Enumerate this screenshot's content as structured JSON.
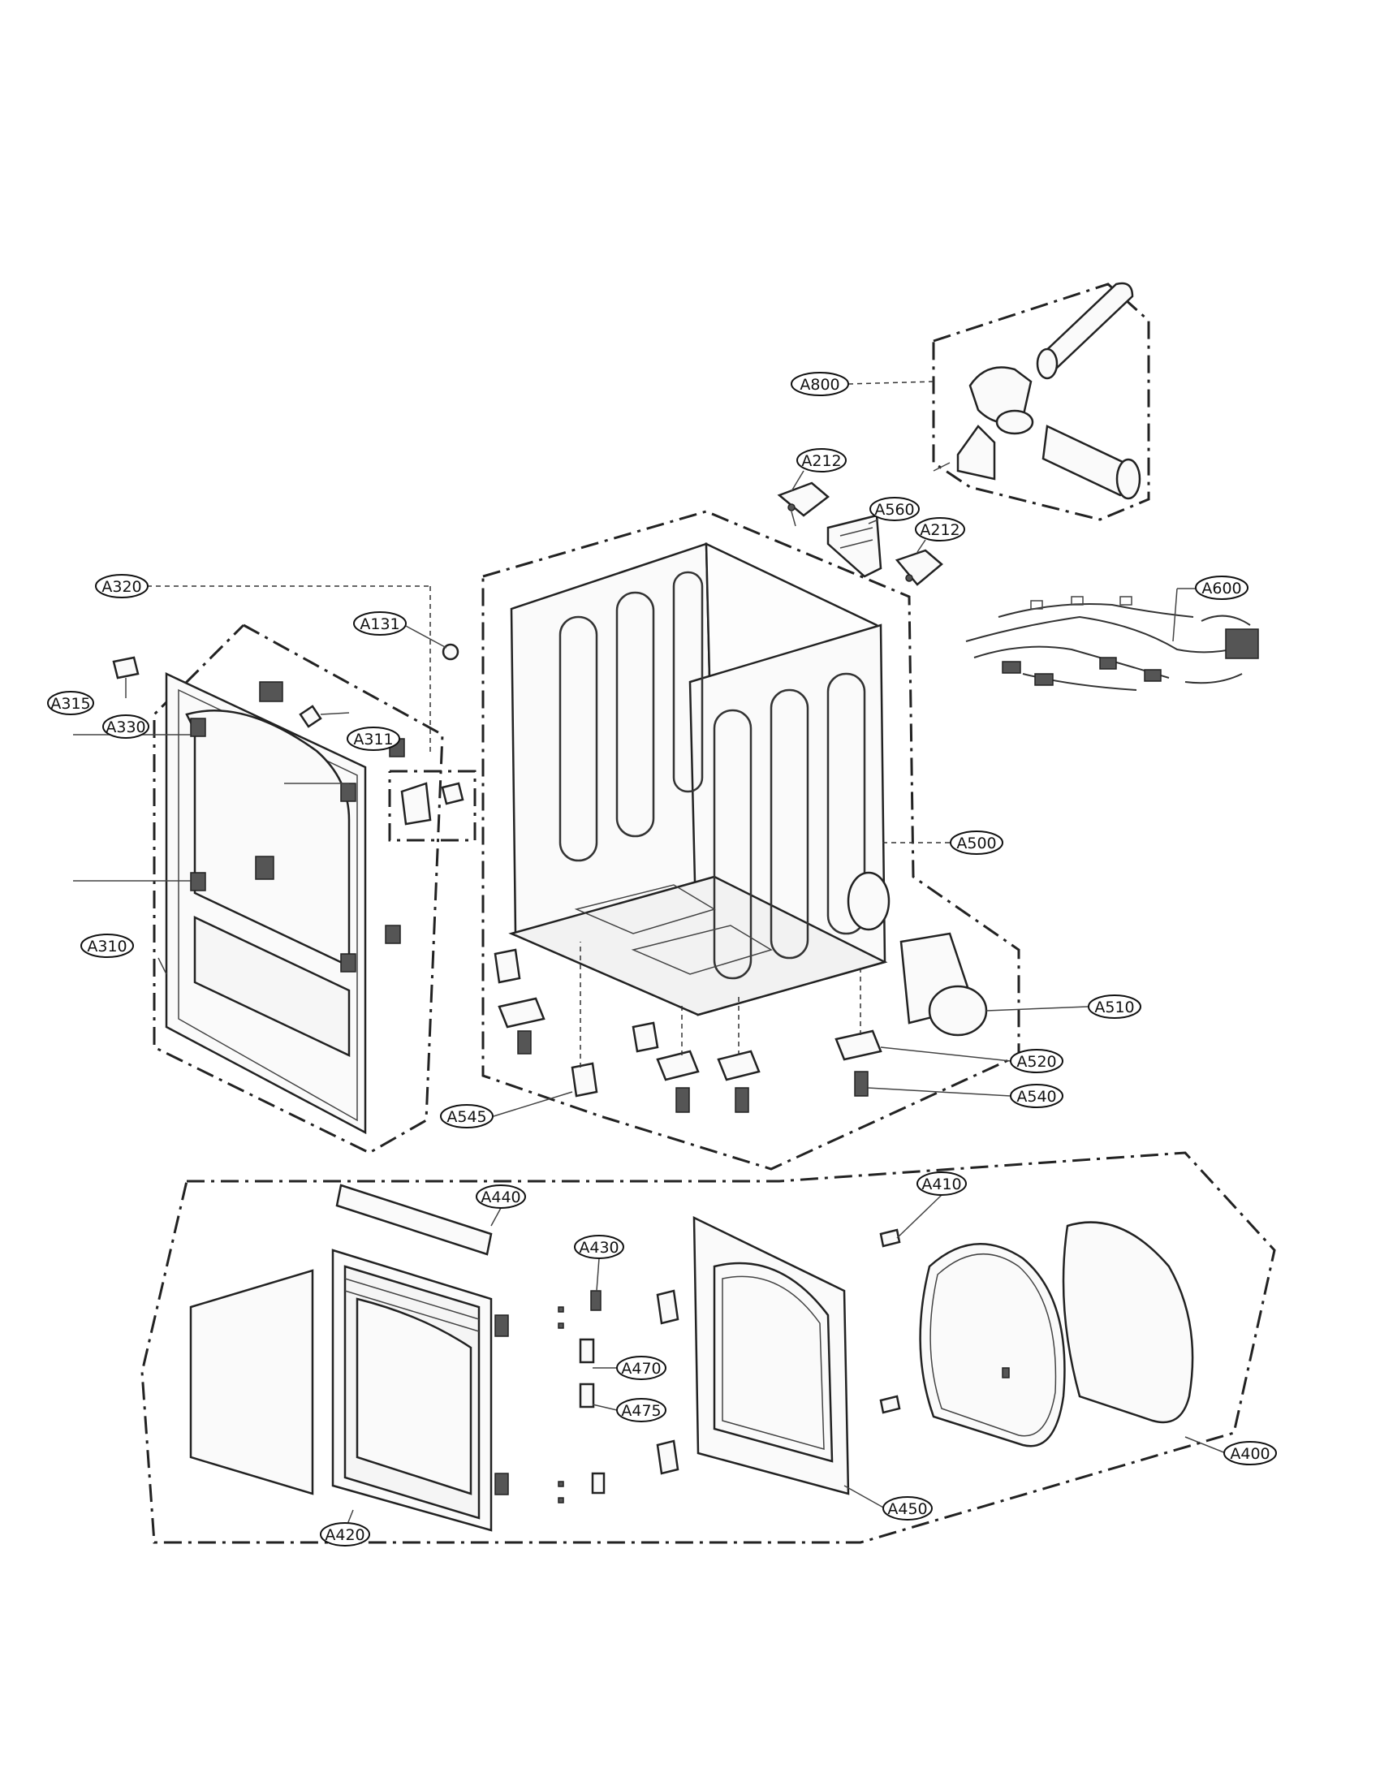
{
  "callouts": {
    "a800": "A800",
    "a212_top": "A212",
    "a560": "A560",
    "a212_side": "A212",
    "a600": "A600",
    "a320": "A320",
    "a131": "A131",
    "a315": "A315",
    "a330": "A330",
    "a311": "A311",
    "a500": "A500",
    "a310": "A310",
    "a510": "A510",
    "a520": "A520",
    "a540": "A540",
    "a545": "A545",
    "a440": "A440",
    "a410": "A410",
    "a430": "A430",
    "a470": "A470",
    "a475": "A475",
    "a400": "A400",
    "a450": "A450",
    "a420": "A420"
  }
}
